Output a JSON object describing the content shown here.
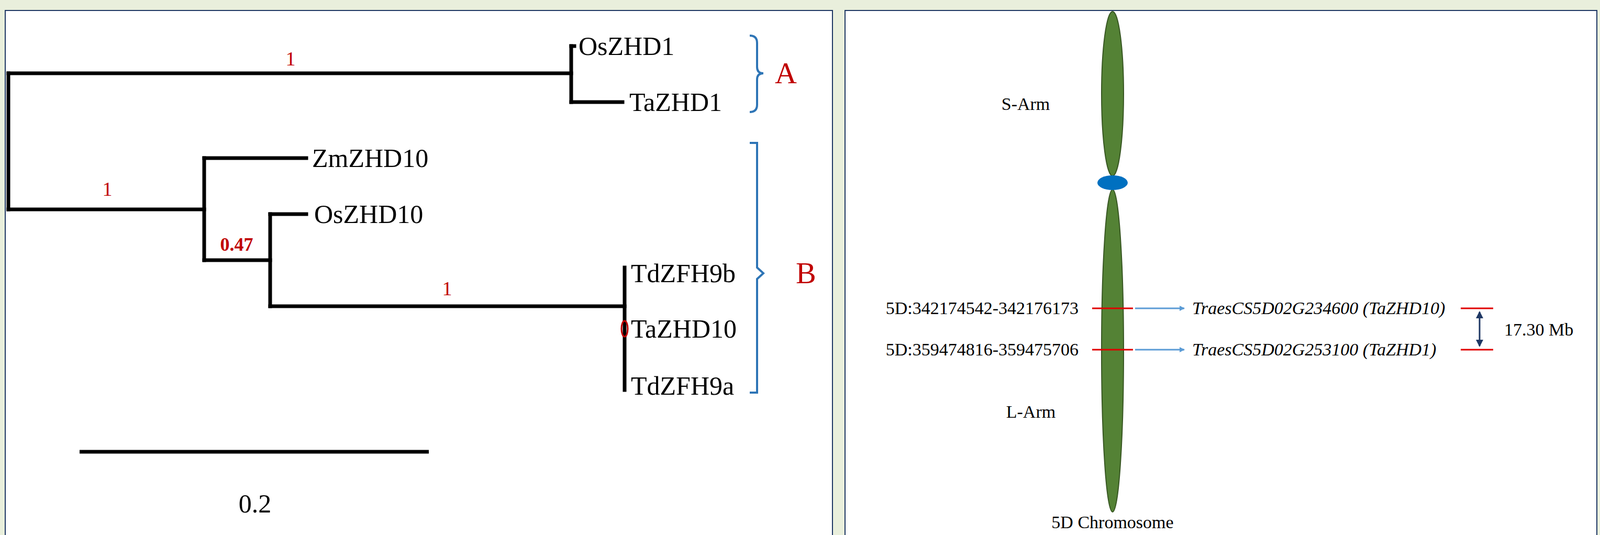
{
  "diagram": {
    "labels": [
      "1",
      "OsZHD1",
      "TaZHD1",
      "A",
      "1",
      "ZmZHD10",
      "0.47",
      "OsZHD10",
      "1",
      "TdZFH9b",
      "TaZHD10",
      "B",
      "TdZFH9a",
      "0.2",
      "S-Arm",
      "5D:342174542-342176173",
      "TraesCS5D02G234600 (TaZHD10)",
      "17.30 Mb",
      "5D:359474816-359475706",
      "TraesCS5D02G253100 (TaZHD1)",
      "L-Arm",
      "5D Chromosome"
    ]
  }
}
